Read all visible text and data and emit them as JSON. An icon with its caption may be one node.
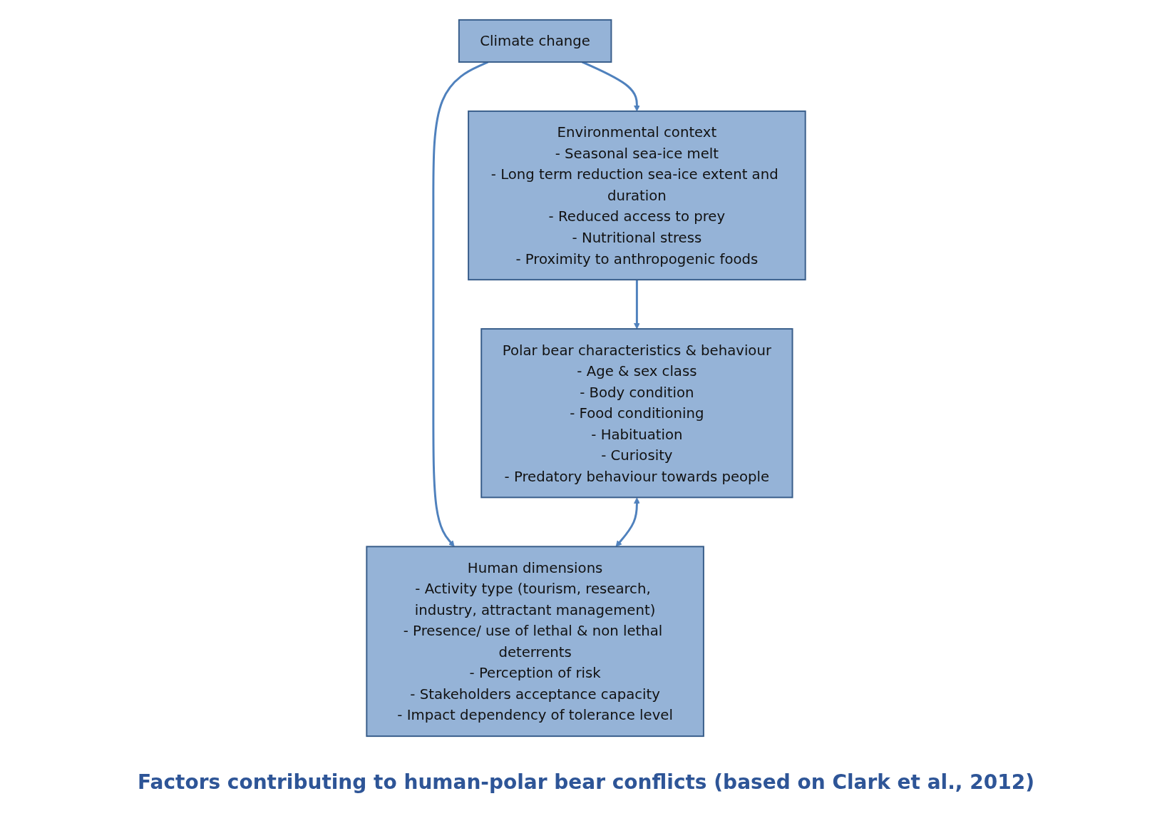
{
  "diagram": {
    "caption": "Factors contributing to human-polar bear conflicts (based on Clark et al., 2012)",
    "nodes": [
      {
        "text": [
          "Climate change"
        ]
      },
      {
        "text": [
          "Environmental context",
          "- Seasonal sea-ice melt",
          "- Long term reduction sea-ice extent and duration",
          "- Reduced access to prey",
          "- Nutritional stress",
          "- Proximity to anthropogenic foods"
        ]
      },
      {
        "text": [
          "Polar bear characteristics & behaviour",
          "- Age & sex class",
          "- Body condition",
          "- Food conditioning",
          "- Habituation",
          "- Curiosity",
          "- Predatory behaviour towards people"
        ]
      },
      {
        "text": [
          "Human dimensions",
          "- Activity type (tourism, research, industry, attractant management)",
          "- Presence/ use of lethal & non lethal deterrents",
          "- Perception of risk",
          "- Stakeholders acceptance capacity",
          "- Impact dependency of tolerance level"
        ]
      }
    ],
    "edges": [
      {
        "from": 0,
        "to": 1,
        "arrow": "to"
      },
      {
        "from": 0,
        "to": 3,
        "arrow": "to"
      },
      {
        "from": 1,
        "to": 2,
        "arrow": "to"
      },
      {
        "from": 2,
        "to": 3,
        "arrow": "both"
      }
    ]
  }
}
